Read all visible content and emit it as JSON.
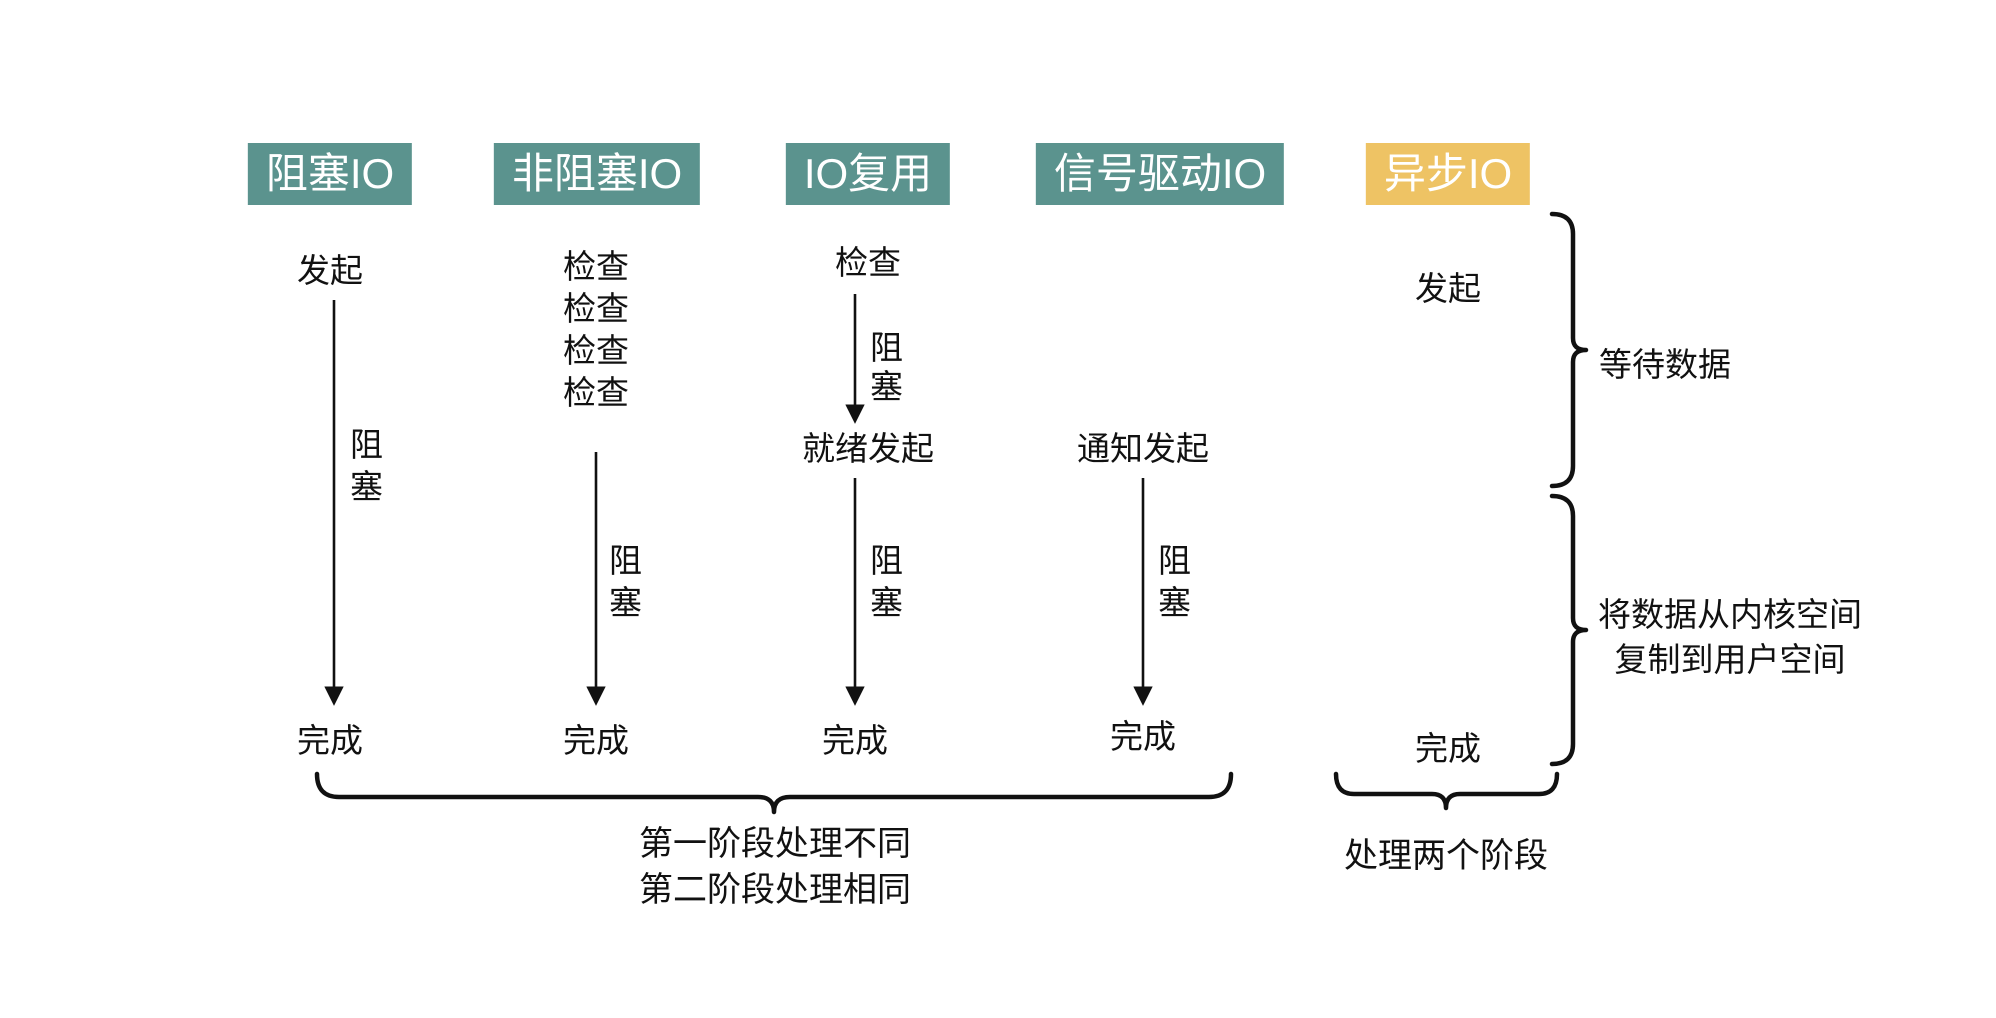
{
  "headers": [
    {
      "label": "阻塞IO"
    },
    {
      "label": "非阻塞IO"
    },
    {
      "label": "IO复用"
    },
    {
      "label": "信号驱动IO"
    },
    {
      "label": "异步IO"
    }
  ],
  "columns": {
    "blocking": {
      "initiate": "发起",
      "block": "阻塞",
      "complete": "完成"
    },
    "nonblocking": {
      "check1": "检查",
      "check2": "检查",
      "check3": "检查",
      "check4": "检查",
      "block": "阻塞",
      "complete": "完成"
    },
    "multiplex": {
      "check": "检查",
      "block1": "阻塞",
      "ready_initiate": "就绪发起",
      "block2": "阻塞",
      "complete": "完成"
    },
    "signal": {
      "notify_initiate": "通知发起",
      "block": "阻塞",
      "complete": "完成"
    },
    "async": {
      "initiate": "发起",
      "complete": "完成"
    }
  },
  "annotations": {
    "wait_data": "等待数据",
    "copy_line1": "将数据从内核空间",
    "copy_line2": "复制到用户空间",
    "bottom_line1": "第一阶段处理不同",
    "bottom_line2": "第二阶段处理相同",
    "async_note": "处理两个阶段"
  },
  "colors": {
    "header_teal": "#5B938E",
    "header_yellow": "#EEC364",
    "text": "#111111"
  }
}
